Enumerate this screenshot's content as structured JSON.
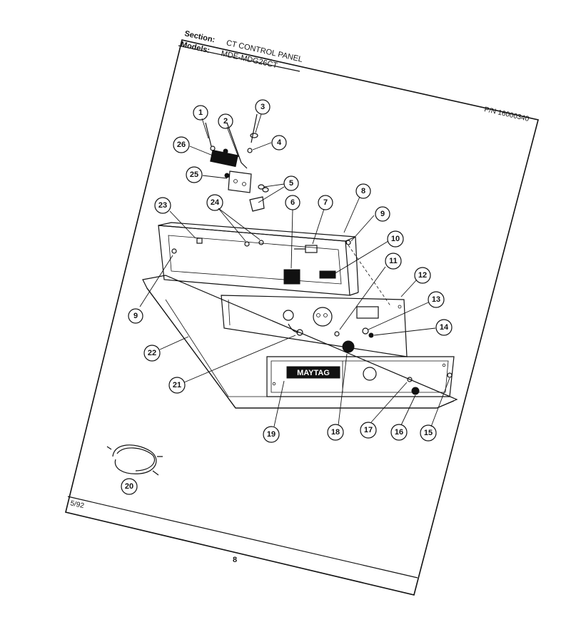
{
  "header": {
    "section_label": "Section:",
    "section_value": "CT CONTROL PANEL",
    "models_label": "Models:",
    "models_value": "MDE-MDG26CT",
    "part_number": "P/N 16000340"
  },
  "footer": {
    "date": "5/92",
    "page_number": "8"
  },
  "logo": {
    "brand": "MAYTAG"
  },
  "callouts": [
    {
      "num": "1"
    },
    {
      "num": "2"
    },
    {
      "num": "3"
    },
    {
      "num": "4"
    },
    {
      "num": "26"
    },
    {
      "num": "25"
    },
    {
      "num": "5"
    },
    {
      "num": "23"
    },
    {
      "num": "24"
    },
    {
      "num": "6"
    },
    {
      "num": "7"
    },
    {
      "num": "8"
    },
    {
      "num": "9"
    },
    {
      "num": "10"
    },
    {
      "num": "11"
    },
    {
      "num": "12"
    },
    {
      "num": "13"
    },
    {
      "num": "14"
    },
    {
      "num": "9"
    },
    {
      "num": "22"
    },
    {
      "num": "21"
    },
    {
      "num": "19"
    },
    {
      "num": "18"
    },
    {
      "num": "17"
    },
    {
      "num": "16"
    },
    {
      "num": "15"
    },
    {
      "num": "20"
    }
  ]
}
